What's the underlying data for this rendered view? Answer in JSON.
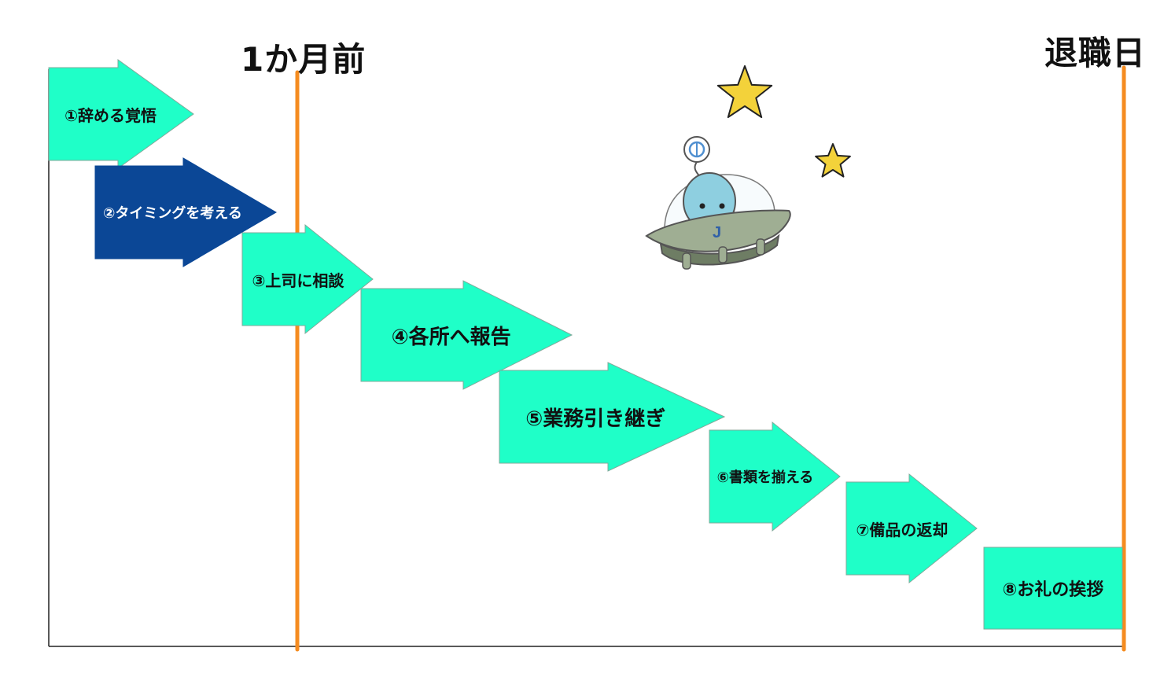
{
  "markers": {
    "one_month_before": "1か月前",
    "retirement_day": "退職日"
  },
  "colors": {
    "step_fill": "#1fffc8",
    "highlight_fill": "#0b4796",
    "marker_line": "#f58c20",
    "axis": "#222222",
    "star": "#f3d23a"
  },
  "steps": [
    {
      "label": "①辞める覚悟",
      "highlight": false
    },
    {
      "label": "②タイミングを考える",
      "highlight": true
    },
    {
      "label": "③上司に相談",
      "highlight": false
    },
    {
      "label": "④各所へ報告",
      "highlight": false
    },
    {
      "label": "⑤業務引き継ぎ",
      "highlight": false
    },
    {
      "label": "⑥書類を揃える",
      "highlight": false
    },
    {
      "label": "⑦備品の返却",
      "highlight": false
    },
    {
      "label": "⑧お礼の挨拶",
      "highlight": false
    }
  ],
  "mascot": {
    "icons": [
      "star-icon",
      "star-icon",
      "ufo-mascot-icon"
    ],
    "badge_letter": "J"
  }
}
